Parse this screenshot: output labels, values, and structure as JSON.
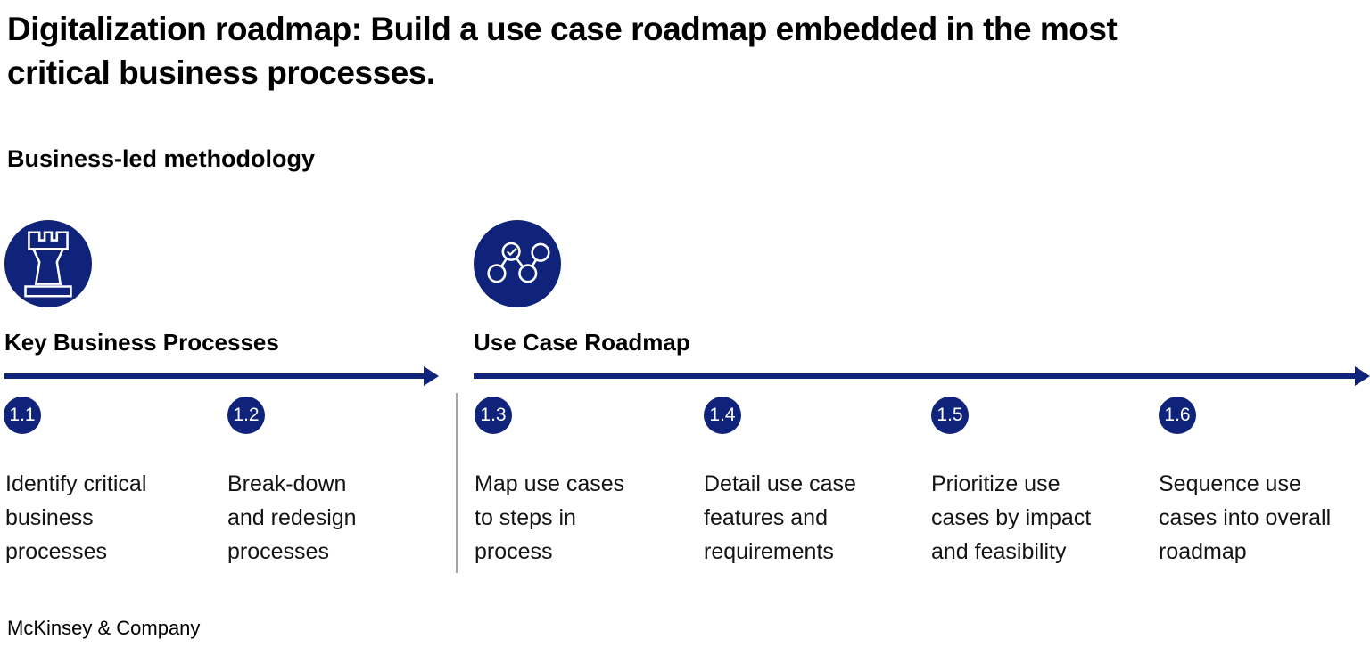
{
  "header": {
    "title": "Digitalization roadmap: Build a use case roadmap embedded in the most\ncritical business processes.",
    "subtitle": "Business-led methodology"
  },
  "phases": [
    {
      "label": "Key Business Processes",
      "icon": "chess-rook-icon"
    },
    {
      "label": "Use Case Roadmap",
      "icon": "linked-nodes-check-icon"
    }
  ],
  "steps": [
    {
      "number": "1.1",
      "description": "Identify critical\nbusiness\nprocesses"
    },
    {
      "number": "1.2",
      "description": "Break-down\nand redesign\nprocesses"
    },
    {
      "number": "1.3",
      "description": "Map use cases\nto steps in\nprocess"
    },
    {
      "number": "1.4",
      "description": "Detail use case\nfeatures and\nrequirements"
    },
    {
      "number": "1.5",
      "description": "Prioritize use\ncases by impact\nand feasibility"
    },
    {
      "number": "1.6",
      "description": "Sequence use\ncases into overall\nroadmap"
    }
  ],
  "footer": {
    "brand": "McKinsey & Company"
  },
  "colors": {
    "navy": "#0E2379",
    "divider_gray": "#A3A3A3",
    "title_text": "#000000",
    "step_text": "#141414",
    "background": "#FFFFFF",
    "icon_stroke": "#FFFFFF"
  }
}
